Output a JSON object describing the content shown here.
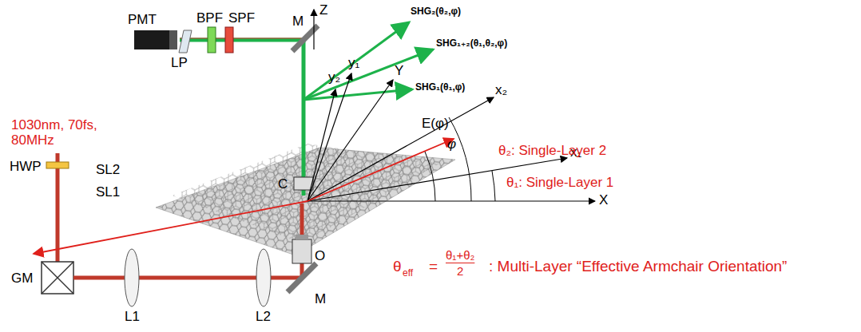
{
  "diagram": {
    "labels": [
      "PMT",
      "LP",
      "BPF",
      "SPF",
      "M",
      "Z",
      "SHG₂(θ₂,φ)",
      "SHG₁₊₂(θ₁,θ₂,φ)",
      "SHG₁(θ₁,φ)",
      "y₂",
      "y₁",
      "Y",
      "x₂",
      "x₁",
      "X",
      "E(φ)",
      "φ",
      "θ₂: Single-Layer 2",
      "θ₁: Single-Layer 1",
      "SL2",
      "SL1",
      "C",
      "O",
      "1030nm, 70fs, 80MHz",
      "HWP",
      "GM",
      "L1",
      "L2",
      "M",
      "θ",
      "eff",
      "=",
      "θ₁+θ₂",
      "2",
      ": Multi-Layer “Effective Armchair Orientation”"
    ]
  }
}
